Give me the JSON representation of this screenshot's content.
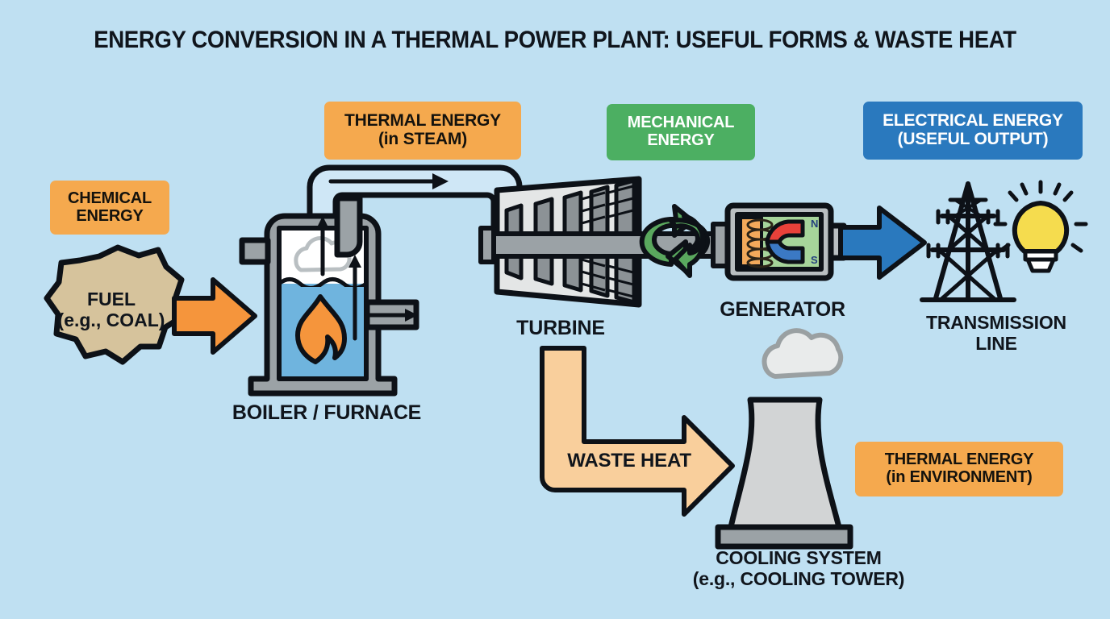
{
  "page": {
    "title": "ENERGY CONVERSION IN A THERMAL POWER PLANT: USEFUL FORMS & WASTE HEAT",
    "background_color": "#bfe0f2"
  },
  "badges": {
    "chemical": {
      "line1": "CHEMICAL",
      "line2": "ENERGY",
      "color": "#f5a94e",
      "text_color": "#14120d"
    },
    "thermal_steam": {
      "line1": "THERMAL ENERGY",
      "line2": "(in STEAM)",
      "color": "#f5a94e",
      "text_color": "#14120d"
    },
    "mechanical": {
      "line1": "MECHANICAL",
      "line2": "ENERGY",
      "color": "#4caf62",
      "text_color": "#ffffff"
    },
    "electrical": {
      "line1": "ELECTRICAL ENERGY",
      "line2": "(USEFUL OUTPUT)",
      "color": "#2a79be",
      "text_color": "#ffffff"
    },
    "thermal_env": {
      "line1": "THERMAL ENERGY",
      "line2": "(in ENVIRONMENT)",
      "color": "#f5a94e",
      "text_color": "#14120d"
    }
  },
  "components": {
    "fuel": {
      "line1": "FUEL",
      "line2": "(e.g., COAL)",
      "fill": "#d6c39c"
    },
    "boiler": {
      "caption": "BOILER / FURNACE",
      "water_color": "#6fb4de",
      "flame_color": "#f5953c",
      "frame_color": "#9ba2a6"
    },
    "turbine": {
      "caption": "TURBINE",
      "body_color": "#e4e6e6",
      "blade_color": "#8c9296",
      "shaft_color": "#9ba2a6"
    },
    "generator": {
      "caption": "GENERATOR",
      "case_color": "#b9bec1",
      "inner_color": "#a6d49a",
      "coil_block_color": "#f3a95b",
      "magnet_north_color": "#e8413a",
      "magnet_south_color": "#3b79c4",
      "pole_north": "N",
      "pole_south": "S"
    },
    "transmission": {
      "caption_line1": "TRANSMISSION",
      "caption_line2": "LINE",
      "bulb_color": "#f5dc4e"
    },
    "cooling": {
      "caption_line1": "COOLING SYSTEM",
      "caption_line2": "(e.g., COOLING TOWER)",
      "tower_color": "#d2d4d5",
      "steam_color": "#e9ebeb"
    }
  },
  "arrows": {
    "fuel_to_boiler": {
      "label": "",
      "color": "#f5953c"
    },
    "steam_pipe": {
      "label": "",
      "color": "#cfe7f6"
    },
    "rotation": {
      "label": "",
      "color": "#5aa85e"
    },
    "electrical_out": {
      "label": "",
      "color": "#2a79be"
    },
    "waste_heat": {
      "label": "WASTE HEAT",
      "color": "#f9cf9c"
    }
  },
  "flow": {
    "type": "process-diagram",
    "stages": [
      {
        "order": 1,
        "energy": "CHEMICAL ENERGY",
        "device": "FUEL (e.g., COAL)"
      },
      {
        "order": 2,
        "energy": "THERMAL ENERGY (in STEAM)",
        "device": "BOILER / FURNACE"
      },
      {
        "order": 3,
        "energy": "MECHANICAL ENERGY",
        "device": "TURBINE"
      },
      {
        "order": 4,
        "energy": "ELECTRICAL ENERGY (USEFUL OUTPUT)",
        "device": "GENERATOR"
      },
      {
        "order": 5,
        "energy": "ELECTRICAL ENERGY (USEFUL OUTPUT)",
        "device": "TRANSMISSION LINE"
      },
      {
        "order": 6,
        "energy": "THERMAL ENERGY (in ENVIRONMENT)",
        "device": "COOLING SYSTEM (e.g., COOLING TOWER)"
      }
    ]
  }
}
